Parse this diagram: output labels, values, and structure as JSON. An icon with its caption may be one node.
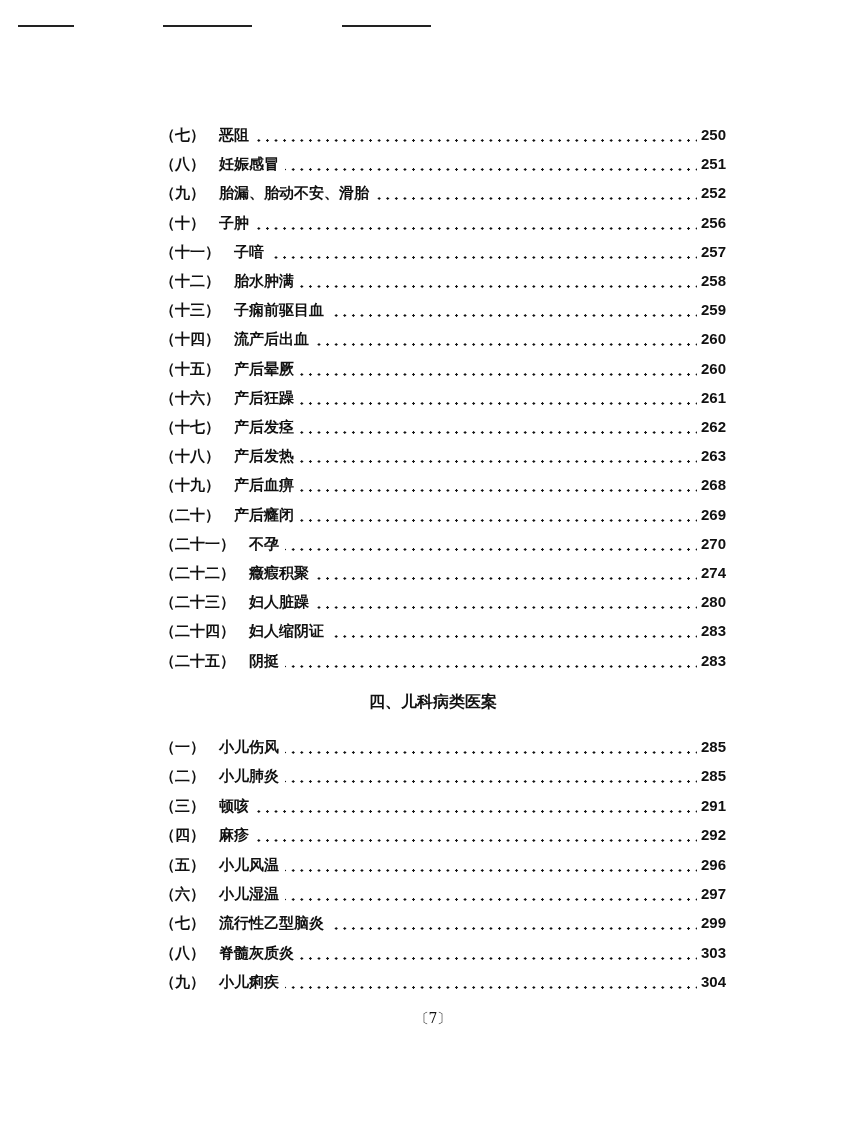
{
  "diagram": {
    "labels": [
      "（七）",
      "恶阻",
      "250",
      "（八）",
      "妊娠感冒",
      "251",
      "（九）",
      "胎漏、胎动不安、滑胎",
      "252",
      "（十）",
      "子肿",
      "256",
      "（十一）",
      "子喑",
      "257",
      "（十二）",
      "胎水肿满",
      "258",
      "（十三）",
      "子痫前驱目血",
      "259",
      "（十四）",
      "流产后出血",
      "260",
      "（十五）",
      "产后晕厥",
      "260",
      "（十六）",
      "产后狂躁",
      "261",
      "（十七）",
      "产后发痉",
      "262",
      "（十八）",
      "产后发热",
      "263",
      "（十九）",
      "产后血痹",
      "268",
      "（二十）",
      "产后癃闭",
      "269",
      "（二十一）",
      "不孕",
      "270",
      "（二十二）",
      "癥瘕积聚",
      "274",
      "（二十三）",
      "妇人脏躁",
      "280",
      "（二十四）",
      "妇人缩阴证",
      "283",
      "（二十五）",
      "阴挺",
      "283",
      "四、儿科病类医案",
      "（一）",
      "小儿伤风",
      "285",
      "（二）",
      "小儿肺炎",
      "285",
      "（三）",
      "顿咳",
      "291",
      "（四）",
      "麻疹",
      "292",
      "（五）",
      "小儿风温",
      "296",
      "（六）",
      "小儿湿温",
      "297",
      "（七）",
      "流行性乙型脑炎",
      "299",
      "（八）",
      "脊髓灰质炎",
      "303",
      "（九）",
      "小儿痢疾",
      "304",
      "〔7〕"
    ]
  }
}
